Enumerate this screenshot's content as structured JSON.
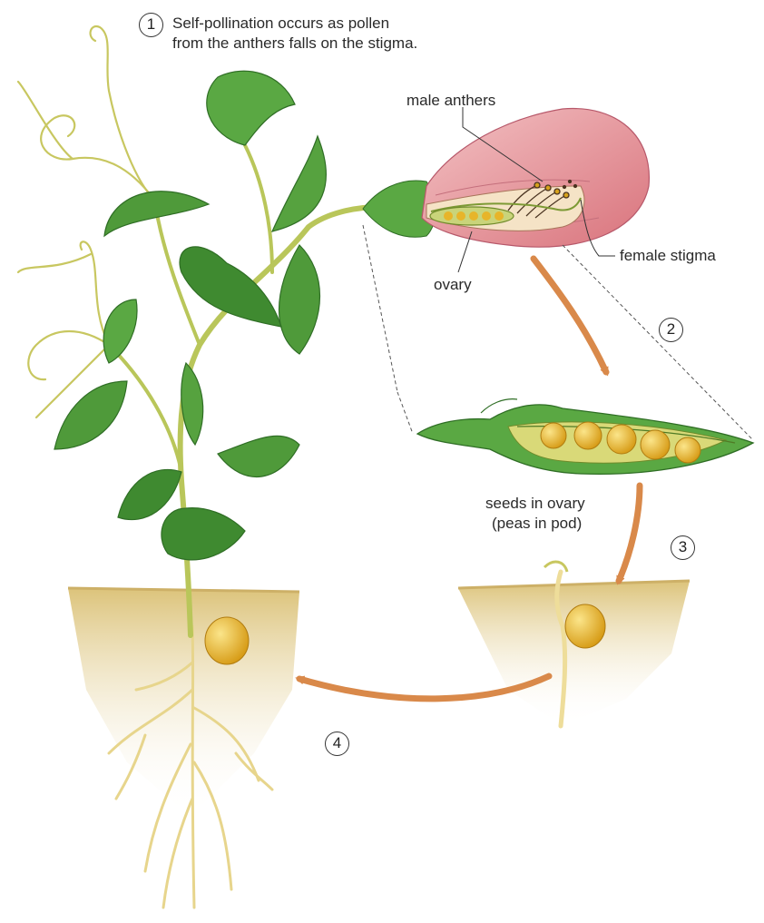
{
  "caption": {
    "number": "1",
    "line1": "Self-pollination occurs as pollen",
    "line2": "from the anthers falls on the stigma."
  },
  "labels": {
    "male_anthers": "male anthers",
    "female_stigma": "female stigma",
    "ovary": "ovary",
    "seeds_line1": "seeds in ovary",
    "seeds_line2": "(peas in pod)"
  },
  "steps": [
    "2",
    "3",
    "4"
  ],
  "colors": {
    "leaf": "#4f9a3a",
    "leaf_dark": "#2f6e25",
    "stem": "#b9c65a",
    "flower": "#e89aa0",
    "pea": "#e7b52a",
    "soil": "#e6cf8e",
    "arrow": "#d9894a",
    "root": "#eedd9a"
  }
}
